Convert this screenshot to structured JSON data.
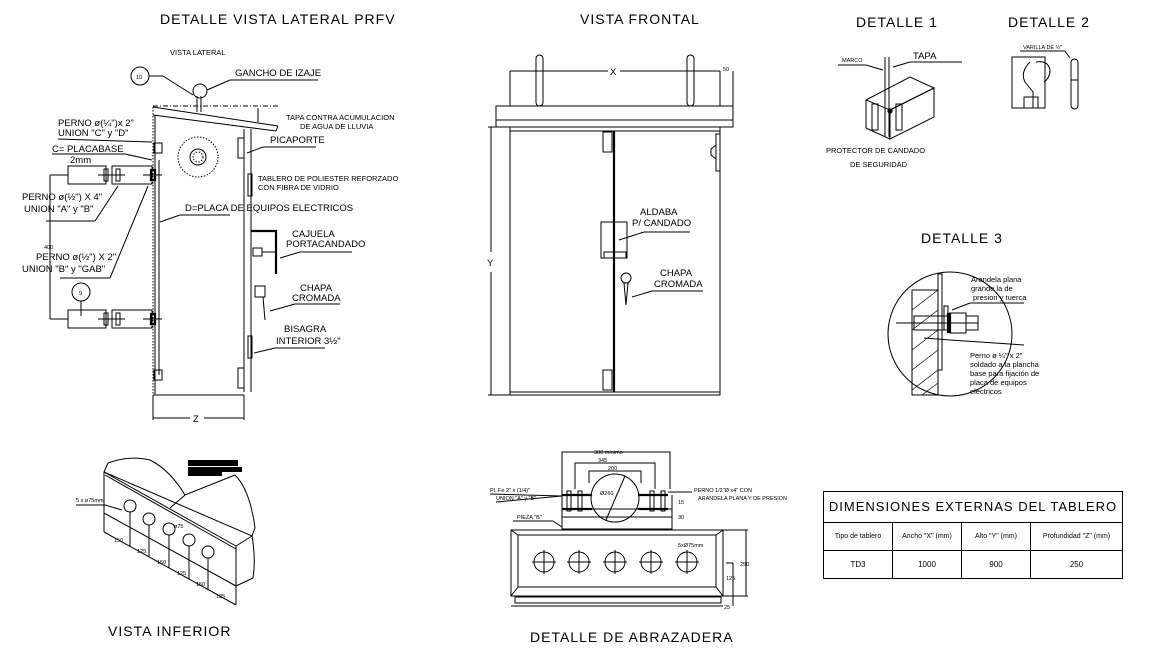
{
  "titles": {
    "lateral": "DETALLE VISTA LATERAL PRFV",
    "frontal": "VISTA FRONTAL",
    "detalle1": "DETALLE 1",
    "detalle2": "DETALLE 2",
    "detalle3": "DETALLE  3",
    "inferior": "VISTA INFERIOR",
    "abrazadera": "DETALLE DE ABRAZADERA"
  },
  "lateral": {
    "subtitle": "VISTA LATERAL",
    "callout_10": "10",
    "callout_9": "9",
    "gancho": "GANCHO DE IZAJE",
    "tapa_1": "TAPA CONTRA ACUMULACION",
    "tapa_2": "DE AGUA DE LLUVIA",
    "perno_cd_1": "PERNO ø(¼\")x 2\"",
    "perno_cd_2": "UNION \"C\" y \"D\"",
    "placabase": "C= PLACABASE",
    "mm2": "2mm",
    "picaporte": "PICAPORTE",
    "tablero_1": "TABLERO DE POLIESTER REFORZADO",
    "tablero_2": "CON FIBRA DE VIDRIO",
    "perno_ab_1": "PERNO ø(½\") X 4\"",
    "perno_ab_2": "UNION \"A\" y \"B\"",
    "placa_d": "D=PLACA DE EQUIPOS ELECTRICOS",
    "cajuela_1": "CAJUELA",
    "cajuela_2": "PORTACANDADO",
    "dim_400": "400",
    "perno_bg_1": "PERNO ø(½\") X 2\"",
    "perno_bg_2": "UNION \"B\" y \"GAB\"",
    "chapa_1": "CHAPA",
    "chapa_2": "CROMADA",
    "bisagra_1": "BISAGRA",
    "bisagra_2": "INTERIOR 3½\"",
    "dim_z": "Z"
  },
  "frontal": {
    "dim_x": "X",
    "dim_50": "50",
    "dim_y": "Y",
    "aldaba_1": "ALDABA",
    "aldaba_2": "P/ CANDADO",
    "chapa_1": "CHAPA",
    "chapa_2": "CROMADA"
  },
  "detalle1": {
    "marco": "MARCO",
    "tapa": "TAPA",
    "caption_1": "PROTECTOR DE CANDADO",
    "caption_2": "DE SEGURIDAD"
  },
  "detalle2": {
    "varilla": "VARILLA DE ½\""
  },
  "detalle3": {
    "arandela_1": "Arandela plana",
    "arandela_2": "grande la de",
    "arandela_3": "presion y tuerca",
    "perno_1": "Perno ø ¼\" x 2\"",
    "perno_2": "soldado a la plancha",
    "perno_3": "base para fijación de",
    "perno_4": "placa de equipos",
    "perno_5": "eléctricos"
  },
  "inferior": {
    "holes": "5 x ø75mm",
    "dims": [
      "150",
      "125",
      "150",
      "125",
      "150",
      "125"
    ],
    "hole_dim": "ø75"
  },
  "abrazadera": {
    "dim_380": "380 mínimo",
    "dim_345": "345",
    "dim_200": "200",
    "diam": "Ø260",
    "plfe_1": "PL Fe  2\" x (1/4)\"",
    "plfe_2": "UNION \"A\" y \"B\"",
    "pieza": "PIEZA \"B\"",
    "perno_1": "PERNO 1/2\"Ø x4\" CON",
    "perno_2": "ARANDELA PLANA Y DE PRESION",
    "holes": "5xØ75mm",
    "dim_250": "250",
    "dim_125": "125",
    "dim_25": "25",
    "dim_15": "15",
    "dim_30": "30"
  },
  "table": {
    "title": "DIMENSIONES EXTERNAS DEL TABLERO",
    "headers": [
      "Tipo de tablero",
      "Ancho \"X\" (mm)",
      "Alto \"Y\" (mm)",
      "Profundidad   \"Z\" (mm)"
    ],
    "rows": [
      [
        "TD3",
        "1000",
        "900",
        "250"
      ]
    ]
  }
}
